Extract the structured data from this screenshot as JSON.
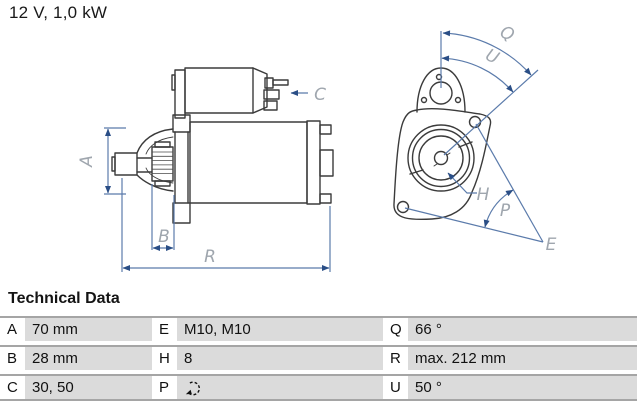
{
  "title_block": {
    "spec": "12 V, 1,0 kW"
  },
  "technical_data": {
    "title": "Technical Data",
    "rows": [
      {
        "cells": [
          {
            "label": "A",
            "value": "70 mm"
          },
          {
            "label": "E",
            "value": "M10, M10"
          },
          {
            "label": "Q",
            "value": "66 °"
          }
        ]
      },
      {
        "cells": [
          {
            "label": "B",
            "value": "28 mm"
          },
          {
            "label": "H",
            "value": "8"
          },
          {
            "label": "R",
            "value": "max. 212 mm"
          }
        ]
      },
      {
        "cells": [
          {
            "label": "C",
            "value": "30, 50"
          },
          {
            "label": "P",
            "value": "",
            "icon": "rotation-direction-icon"
          },
          {
            "label": "U",
            "value": "50 °"
          }
        ]
      }
    ]
  },
  "diagrams": {
    "side_view_labels": {
      "A": "A",
      "B": "B",
      "C": "C",
      "R": "R"
    },
    "front_view_labels": {
      "Q": "Q",
      "U": "U",
      "H": "H",
      "P": "P",
      "E": "E"
    }
  },
  "colors": {
    "dimension_line": "#5b7bab",
    "dimension_arrow": "#2a4e86",
    "dimension_label": "#9fa6ae",
    "drawing_ink": "#3b3b3b",
    "table_cell_bg": "#dbdbdb",
    "table_separator": "#a5a5a5",
    "text_ink": "#191919"
  }
}
